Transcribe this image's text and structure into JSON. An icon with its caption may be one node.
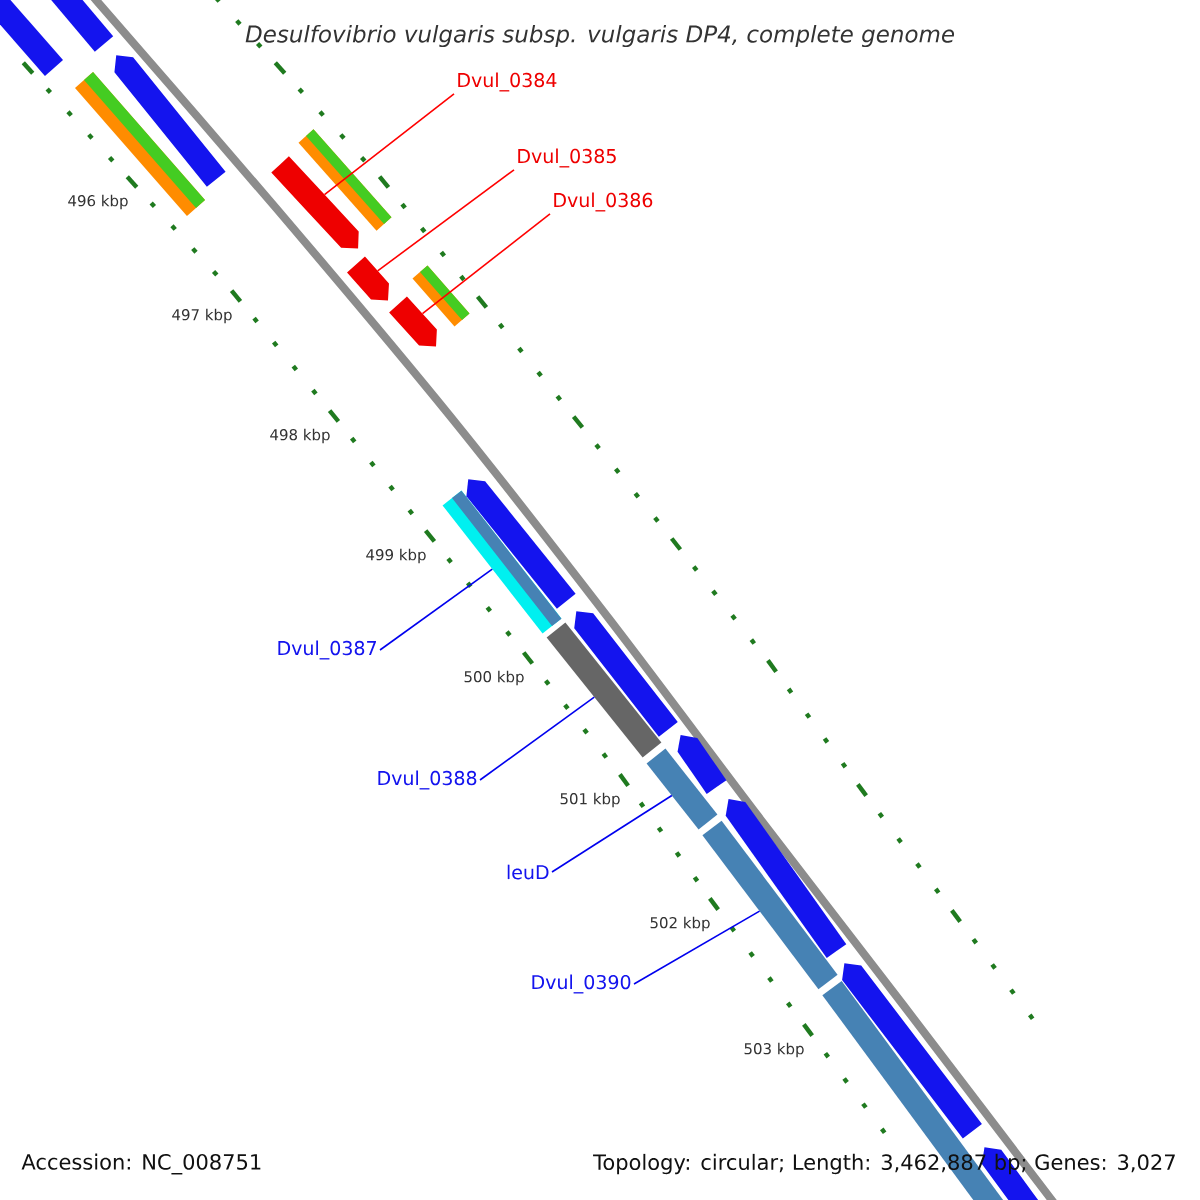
{
  "diagram": {
    "title": "Desulfovibrio vulgaris subsp. vulgaris DP4, complete genome",
    "nodes": [
      {
        "text": [
          "Dvul_0384"
        ]
      },
      {
        "text": [
          "Dvul_0385"
        ]
      },
      {
        "text": [
          "Dvul_0386"
        ]
      },
      {
        "text": [
          "Dvul_0387"
        ]
      },
      {
        "text": [
          "Dvul_0388"
        ]
      },
      {
        "text": [
          "leuD"
        ]
      },
      {
        "text": [
          "Dvul_0390"
        ]
      },
      {
        "text": [],
        "shape": "arrow"
      },
      {
        "text": [],
        "shape": "arrow"
      },
      {
        "text": [],
        "shape": "arrow"
      },
      {
        "text": [],
        "shape": "bar"
      },
      {
        "text": [],
        "shape": "bar"
      },
      {
        "text": [],
        "shape": "bar"
      },
      {
        "text": [],
        "shape": "bar"
      },
      {
        "text": [],
        "shape": "bar"
      },
      {
        "text": [],
        "shape": "bar"
      },
      {
        "text": [],
        "shape": "bar"
      },
      {
        "text": [],
        "shape": "arrow"
      },
      {
        "text": [],
        "shape": "bar"
      },
      {
        "text": [],
        "shape": "bar"
      },
      {
        "text": [],
        "shape": "arrow"
      },
      {
        "text": [],
        "shape": "arrow"
      },
      {
        "text": [],
        "shape": "arrow"
      },
      {
        "text": [],
        "shape": "arrow"
      },
      {
        "text": [],
        "shape": "arrow"
      },
      {
        "text": [],
        "shape": "bar"
      },
      {
        "text": [],
        "shape": "arrow"
      }
    ],
    "edges": [
      {
        "from": 0,
        "to": 7,
        "arrow": "none",
        "color": "#ff0000"
      },
      {
        "from": 1,
        "to": 8,
        "arrow": "none",
        "color": "#ff0000"
      },
      {
        "from": 2,
        "to": 9,
        "arrow": "none",
        "color": "#ff0000"
      },
      {
        "from": 3,
        "to": 10,
        "arrow": "none"
      },
      {
        "from": 4,
        "to": 11,
        "arrow": "none"
      },
      {
        "from": 5,
        "to": 12,
        "arrow": "none"
      },
      {
        "from": 6,
        "to": 13,
        "arrow": "none"
      }
    ],
    "labels": [
      "496 kbp",
      "497 kbp",
      "498 kbp",
      "499 kbp",
      "500 kbp",
      "501 kbp",
      "502 kbp",
      "503 kbp",
      "Accession: NC_008751",
      "Topology: circular; Length: 3,462,887 bp; Genes: 3,027"
    ]
  }
}
